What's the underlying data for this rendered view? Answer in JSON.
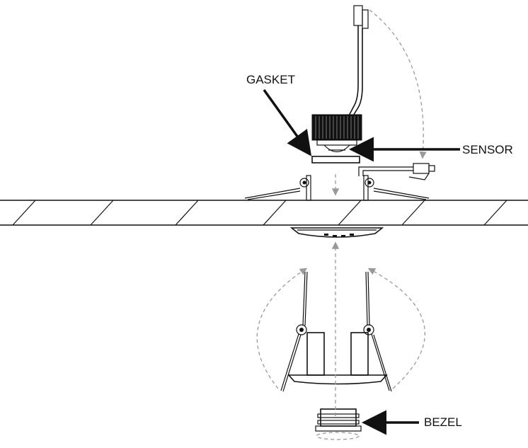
{
  "labels": {
    "gasket": "GASKET",
    "sensor": "SENSOR",
    "bezel": "BEZEL"
  },
  "colors": {
    "line": "#111111",
    "guide": "#9a9a9a",
    "background": "#ffffff"
  }
}
